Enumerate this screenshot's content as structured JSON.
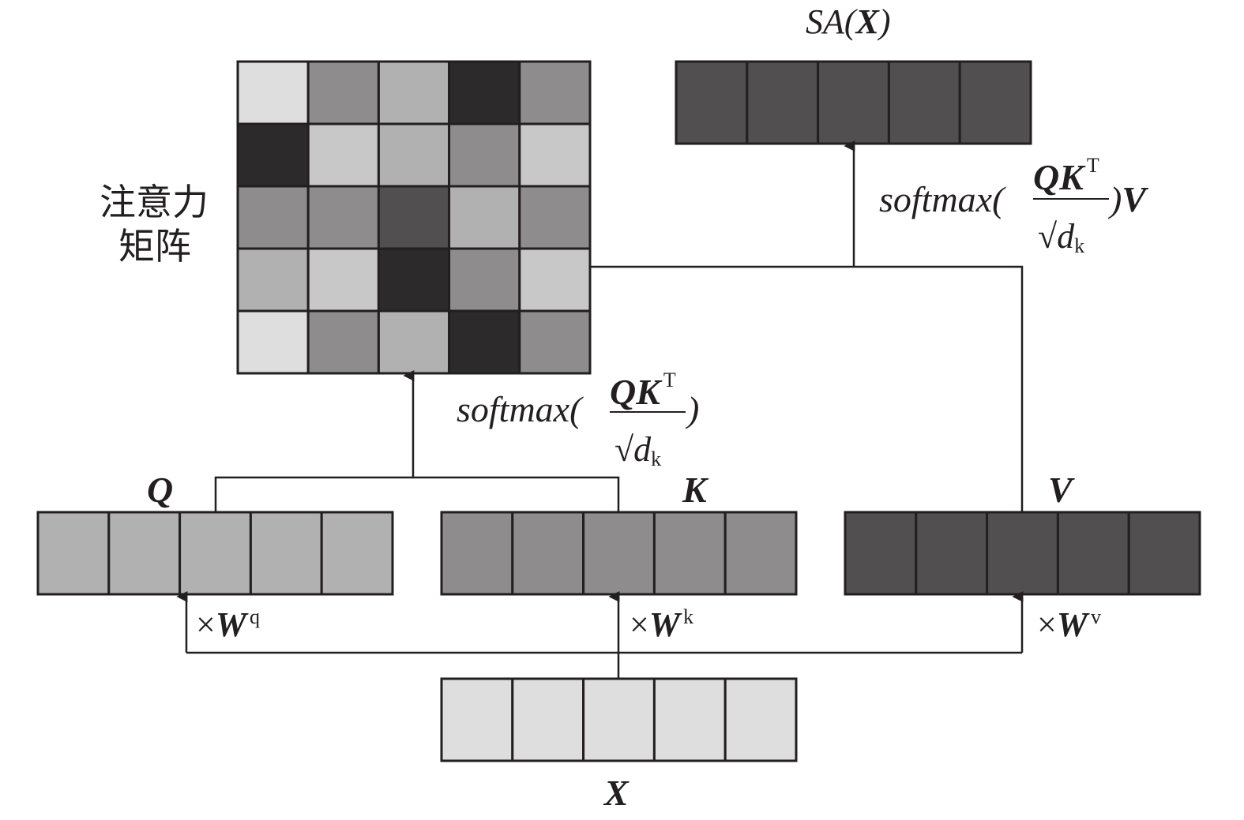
{
  "colors": {
    "L": "#dedede",
    "C": "#c8c8c8",
    "B": "#b2b1b2",
    "M": "#8e8c8d",
    "G": "#514f50",
    "D": "#2d2a2b",
    "stroke": "#231f20"
  },
  "attention_matrix": {
    "label_line1": "注意力",
    "label_line2": "矩阵",
    "cells": [
      [
        "L",
        "M",
        "B",
        "D",
        "M"
      ],
      [
        "D",
        "C",
        "B",
        "M",
        "C"
      ],
      [
        "M",
        "M",
        "G",
        "B",
        "M"
      ],
      [
        "B",
        "C",
        "D",
        "M",
        "C"
      ],
      [
        "L",
        "M",
        "B",
        "D",
        "M"
      ]
    ]
  },
  "vectors": {
    "Q": {
      "label": "Q",
      "shade": "B",
      "cells": 5
    },
    "K": {
      "label": "K",
      "shade": "M",
      "cells": 5
    },
    "V": {
      "label": "V",
      "shade": "G",
      "cells": 5
    },
    "X": {
      "label": "X",
      "shade": "L",
      "cells": 5
    },
    "SA": {
      "label_prefix": "SA(",
      "label_var": "X",
      "label_suffix": ")",
      "shade": "G",
      "cells": 5
    }
  },
  "weights": {
    "times": "×",
    "W": "W",
    "q": "q",
    "k": "k",
    "v": "v"
  },
  "formula": {
    "softmax": "softmax(",
    "QK": "QK",
    "T": "T",
    "sqrt": "√",
    "d": "d",
    "k": "k",
    "close": ")",
    "V": "V"
  }
}
